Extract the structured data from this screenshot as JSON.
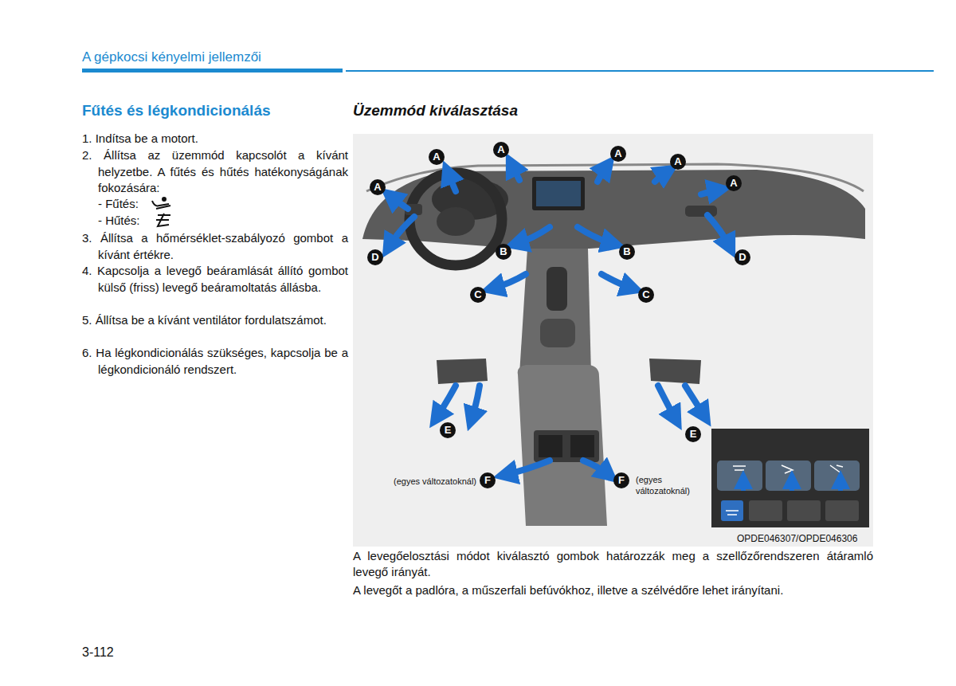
{
  "diagram": {
    "title": "A gépkocsi kényelmi jellemzői",
    "labels": [
      "Fűtés és légkondicionálás",
      "1. Indítsa be a motort.",
      "2. Állítsa az üzemmód kapcsolót a kívánt helyzetbe. A fűtés és hűtés hatékonyságának fokozására:",
      "- Fűtés:",
      "- Hűtés:",
      "3. Állítsa a hőmérséklet-szabályozó gombot a kívánt értékre.",
      "4. Kapcsolja a levegő beáramlását állító gombot külső (friss) levegő beáramoltatás állásba.",
      "5. Állítsa be a kívánt ventilátor fordulatszámot.",
      "6. Ha légkondicionálás szükséges, kapcsolja be a légkondicionáló rendszert.",
      "Üzemmód kiválasztása",
      "A",
      "A",
      "A",
      "A",
      "A",
      "A",
      "B",
      "B",
      "C",
      "C",
      "D",
      "D",
      "E",
      "E",
      "F",
      "F",
      "(egyes változatoknál)",
      "(egyes változatoknál)",
      "OPDE046307/OPDE046306",
      "A levegőelosztási módot kiválasztó gombok határozzák meg a szellőzőrendszeren átáramló levegő irányát.",
      "A levegőt a padlóra, a műszerfali befúvókhoz, illetve a szélvédőre lehet irányítani.",
      "3-112"
    ]
  }
}
